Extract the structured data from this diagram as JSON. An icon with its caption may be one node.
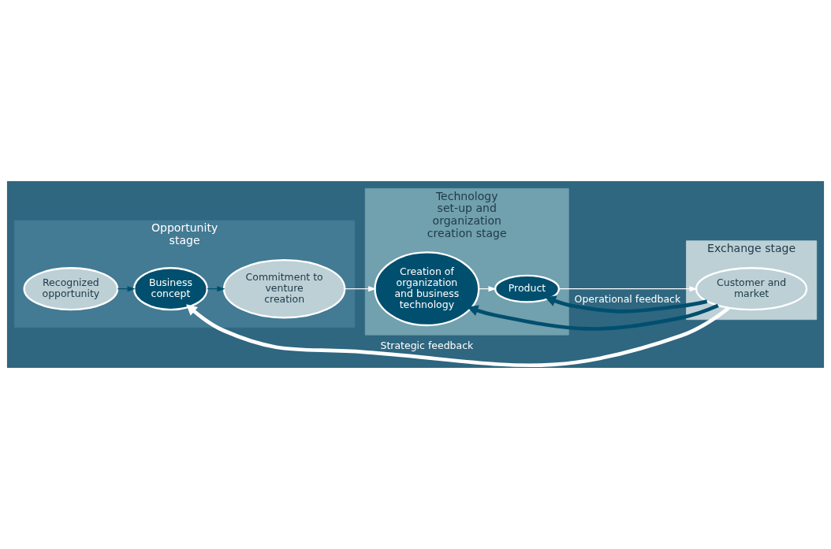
{
  "diagram": {
    "nodes": [
      {
        "text": [
          "Opportunity stage"
        ]
      },
      {
        "text": [
          "Technology set-up and organization creation stage"
        ]
      },
      {
        "text": [
          "Exchange stage"
        ]
      },
      {
        "text": [
          "Recognized opportunity"
        ],
        "in": 0
      },
      {
        "text": [
          "Business concept"
        ],
        "in": 0
      },
      {
        "text": [
          "Commitment to venture creation"
        ],
        "in": 0
      },
      {
        "text": [
          "Creation of organization and business technology"
        ],
        "in": 1
      },
      {
        "text": [
          "Product"
        ],
        "in": 1
      },
      {
        "text": [
          "Customer and market"
        ],
        "in": 2
      }
    ],
    "edges": [
      {
        "from": 3,
        "to": 4,
        "arrow": "to",
        "color": "#004f6e"
      },
      {
        "from": 4,
        "to": 5,
        "arrow": "to",
        "color": "#004f6e"
      },
      {
        "from": 5,
        "to": 6,
        "arrow": "to",
        "color": "#ffffff"
      },
      {
        "from": 6,
        "to": 7,
        "arrow": "to",
        "color": "#ffffff"
      },
      {
        "from": 7,
        "to": 8,
        "arrow": "to",
        "color": "#ffffff"
      },
      {
        "from": 8,
        "to": 6,
        "arrow": "to",
        "style": "thick",
        "color": "#004f6e"
      },
      {
        "from": 8,
        "to": 7,
        "arrow": "to",
        "label": "Operational feedback",
        "style": "thick",
        "color": "#004f6e"
      },
      {
        "from": 8,
        "to": 4,
        "arrow": "to",
        "label": "Strategic feedback",
        "style": "thick",
        "color": "#ffffff"
      }
    ]
  }
}
